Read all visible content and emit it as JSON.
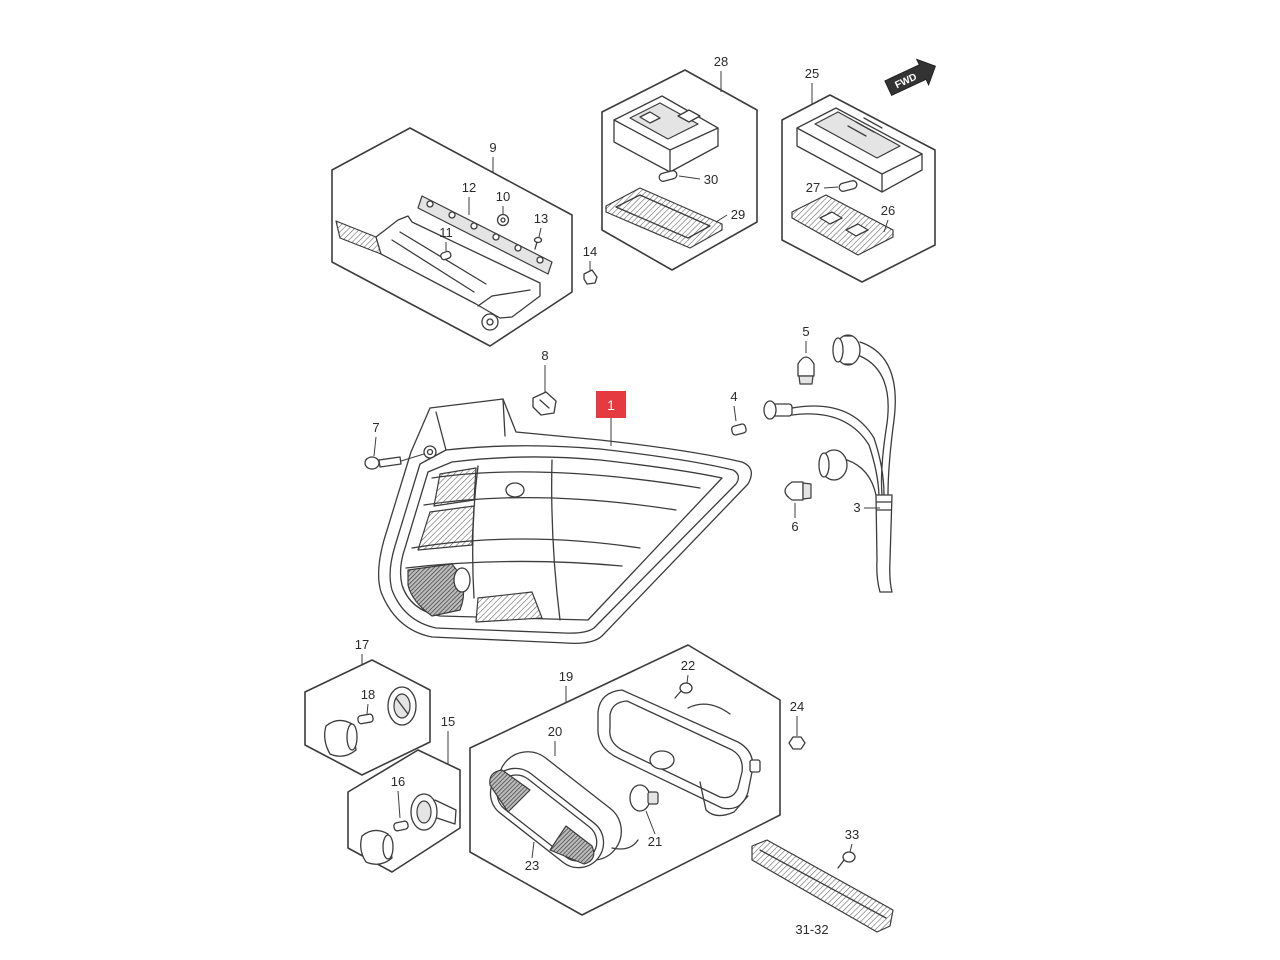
{
  "callouts": {
    "c1": "1",
    "c3": "3",
    "c4": "4",
    "c5": "5",
    "c6": "6",
    "c7": "7",
    "c8": "8",
    "c9": "9",
    "c10": "10",
    "c11": "11",
    "c12": "12",
    "c13": "13",
    "c14": "14",
    "c15": "15",
    "c16": "16",
    "c17": "17",
    "c18": "18",
    "c19": "19",
    "c20": "20",
    "c21": "21",
    "c22": "22",
    "c23": "23",
    "c24": "24",
    "c25": "25",
    "c26": "26",
    "c27": "27",
    "c28": "28",
    "c29": "29",
    "c30": "30",
    "c31_32": "31-32",
    "c33": "33"
  },
  "fwd_indicator": {
    "label": "FWD",
    "icon": "arrow-right-icon"
  },
  "colors": {
    "highlight": "#e53a40",
    "fwd_arrow": "#333333"
  }
}
